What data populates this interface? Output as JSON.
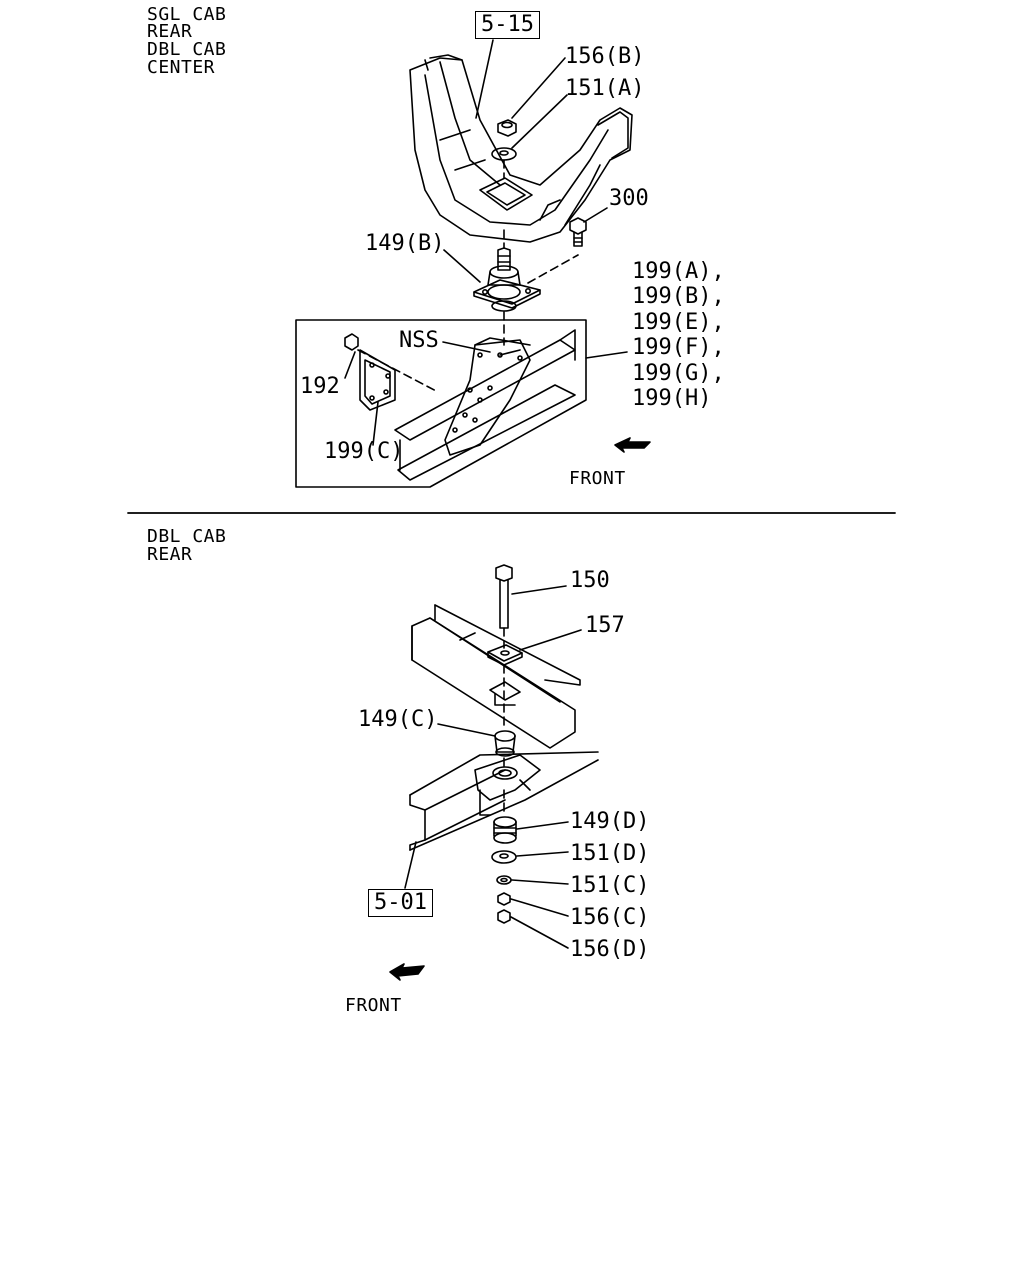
{
  "top_section": {
    "header": [
      "SGL CAB",
      "REAR",
      "DBL CAB",
      "CENTER"
    ],
    "ref_box": "5-15",
    "labels": {
      "p156b": "156(B)",
      "p151a": "151(A)",
      "p300": "300",
      "p149b": "149(B)",
      "nss": "NSS",
      "p192": "192",
      "p199c": "199(C)",
      "p199_list": [
        "199(A),",
        "199(B),",
        "199(E),",
        "199(F),",
        "199(G),",
        "199(H)"
      ]
    },
    "front": "FRONT"
  },
  "bottom_section": {
    "header": [
      "DBL CAB",
      "REAR"
    ],
    "ref_box": "5-01",
    "labels": {
      "p150": "150",
      "p157": "157",
      "p149c": "149(C)",
      "p149d": "149(D)",
      "p151d": "151(D)",
      "p151c": "151(C)",
      "p156c": "156(C)",
      "p156d": "156(D)"
    },
    "front": "FRONT"
  }
}
